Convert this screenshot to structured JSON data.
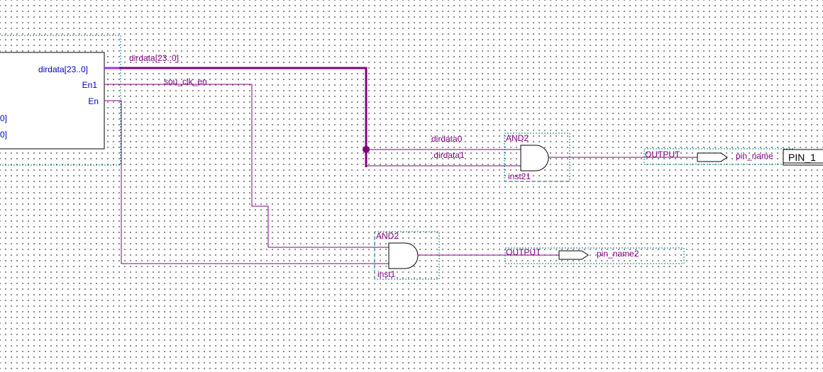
{
  "symbol": {
    "ports": [
      "dirdata[23..0]",
      "En1",
      "En"
    ],
    "partial_ports": [
      "0]",
      "0]"
    ]
  },
  "nets": {
    "bus": "dirdata[23..0]",
    "sou_clk_en": "sou_clk_en",
    "dirdata0": "dirdata0",
    "dirdata1": ".dirdata1"
  },
  "gates": {
    "top": {
      "type": "AND2",
      "instance": "inst21"
    },
    "bottom": {
      "type": "AND2",
      "instance": "inst1"
    }
  },
  "outputs": {
    "top": {
      "type": "OUTPUT",
      "pin_name": "pin_name",
      "pin_tag": "PIN_1"
    },
    "bottom": {
      "type": "OUTPUT",
      "pin_name": "pin_name2"
    }
  },
  "colors": {
    "wire": "#800080",
    "bus": "#800080",
    "bus_highlight": "#9933ff",
    "port_text": "#0000c0",
    "frame": "#008080"
  }
}
